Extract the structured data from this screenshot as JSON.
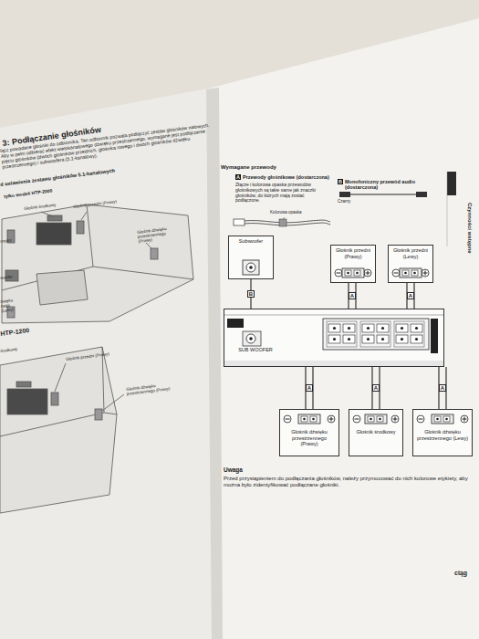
{
  "diagram": {
    "title": "3: Podłączanie głośników",
    "nodes": [
      {
        "text": [
          "Subwoofer"
        ]
      },
      {
        "text": [
          "Głośnik przedni (Prawy)"
        ]
      },
      {
        "text": [
          "Głośnik przedni (Lewy)"
        ]
      },
      {
        "text": [
          "SUB WOOFER"
        ]
      },
      {
        "text": [
          "Głośnik dźwięku przestrzennego (Prawy)"
        ]
      },
      {
        "text": [
          "Głośnik środkowy"
        ]
      },
      {
        "text": [
          "Głośnik dźwięku przestrzennego (Lewy)"
        ]
      }
    ],
    "edges": [
      {
        "from": 0,
        "to": 3,
        "arrow": "none",
        "label": "B"
      },
      {
        "from": 1,
        "to": 3,
        "arrow": "none",
        "label": "A"
      },
      {
        "from": 2,
        "to": 3,
        "arrow": "none",
        "label": "A"
      },
      {
        "from": 4,
        "to": 3,
        "arrow": "none",
        "label": "A"
      },
      {
        "from": 5,
        "to": 3,
        "arrow": "none",
        "label": "A"
      },
      {
        "from": 6,
        "to": 3,
        "arrow": "none",
        "label": "A"
      }
    ],
    "labels": [
      "łącz posiadane głośniki do odbiornika. Ten odbiornik pozwala podłączyć zestaw głośników nałowych. Aby w pełni odbierać efekt wielokanałowego dźwięku przestrzennego, wymagane jest podłączenie pięciu głośników (dwóch głośników przednich, głośnika rowego i dwóch głośników dźwięku przestrzennego) i subwoofera (5.1-kanałowy).",
      "d ustawienia zestawu głośników 5.1-kanałowych",
      "tylko modeli HTP-2000",
      "Głośnik środkowy",
      "Głośnik przedni (Prawy)",
      "Głośnik dźwięku przestrzennego (Prawy)",
      "rzedni",
      "woofer",
      "źwięku nego (Lewy)",
      "HTP-1200",
      "środkowy",
      "Głośnik przedni (Prawy)",
      "Głośnik dźwięku przestrzennego (Prawy)",
      "Wymagane przewody",
      "A",
      "Przewody głośnikowe (dostarczona)",
      "Złącze i kolorowa opaska przewodów głośnikowych są takie same jak znaczki głośników, do których mają zostać podłączone.",
      "Kolorowa opaska",
      "B",
      "Monofoniczny przewód audio (dostarczona)",
      "Czarny",
      "Czynności wstępne",
      "Uwaga",
      "Przed przystąpieniem do podłączania głośników, należy przymocować do nich kolorowe etykiety, aby można było zidentyfikować podłączane głośniki.",
      "ciąg"
    ]
  }
}
